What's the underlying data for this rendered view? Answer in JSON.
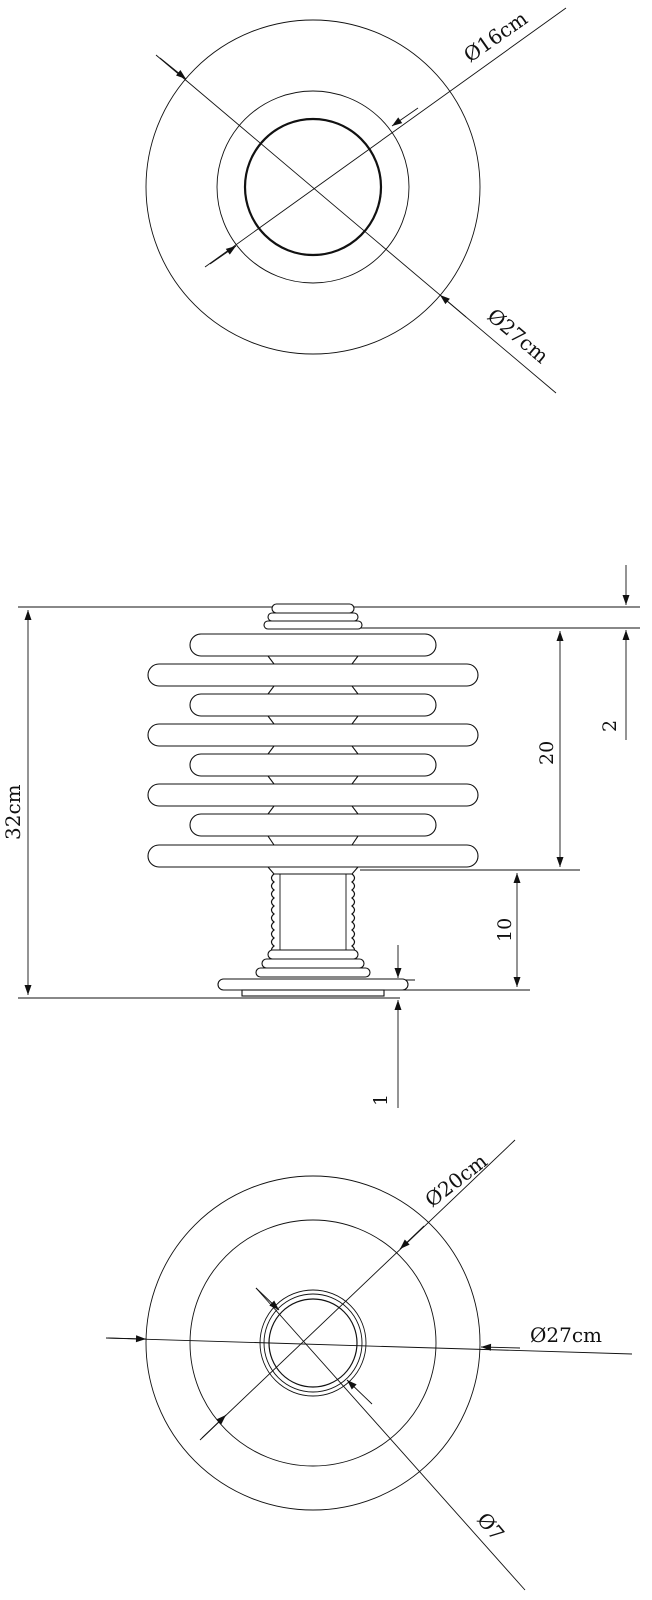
{
  "top_view": {
    "outer_diameter_label": "Ø27cm",
    "inner_diameter_label": "Ø16cm"
  },
  "side_view": {
    "total_height_label": "32cm",
    "shade_height_label": "20",
    "stem_height_label": "10",
    "top_cap_label": "2",
    "base_thickness_label": "1"
  },
  "bottom_view": {
    "outer_diameter_label": "Ø27cm",
    "base_diameter_label": "Ø20cm",
    "hole_diameter_label": "Ø7"
  }
}
